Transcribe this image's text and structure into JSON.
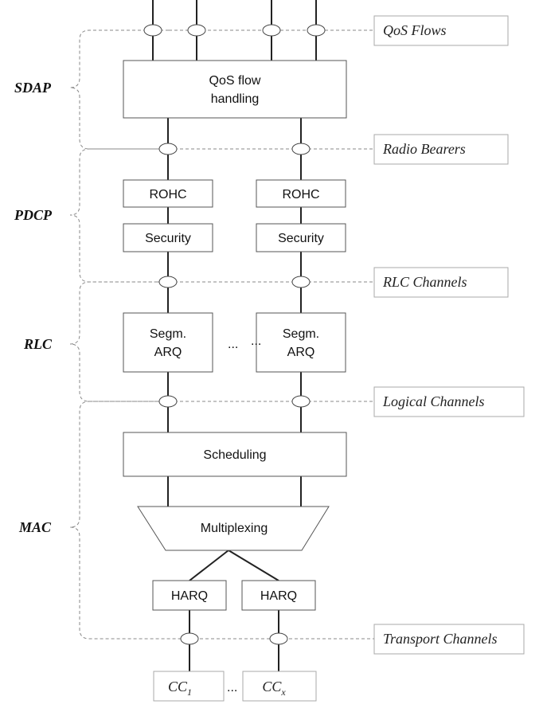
{
  "layers": {
    "sdap": "SDAP",
    "pdcp": "PDCP",
    "rlc": "RLC",
    "mac": "MAC"
  },
  "channels": {
    "qos_flows": "QoS Flows",
    "radio_bearers": "Radio Bearers",
    "rlc_channels": "RLC Channels",
    "logical_channels": "Logical Channels",
    "transport_channels": "Transport Channels"
  },
  "blocks": {
    "qos_flow_handling": [
      "QoS flow",
      "handling"
    ],
    "rohc": "ROHC",
    "security": "Security",
    "segm_arq": [
      "Segm.",
      "ARQ"
    ],
    "scheduling": "Scheduling",
    "multiplexing": "Multiplexing",
    "harq": "HARQ"
  },
  "carriers": {
    "cc_first": {
      "base": "CC",
      "sub": "1"
    },
    "cc_last": {
      "base": "CC",
      "sub": "x"
    }
  },
  "ellipsis": "...",
  "ellipsis_alt": "· · ·   · ·"
}
